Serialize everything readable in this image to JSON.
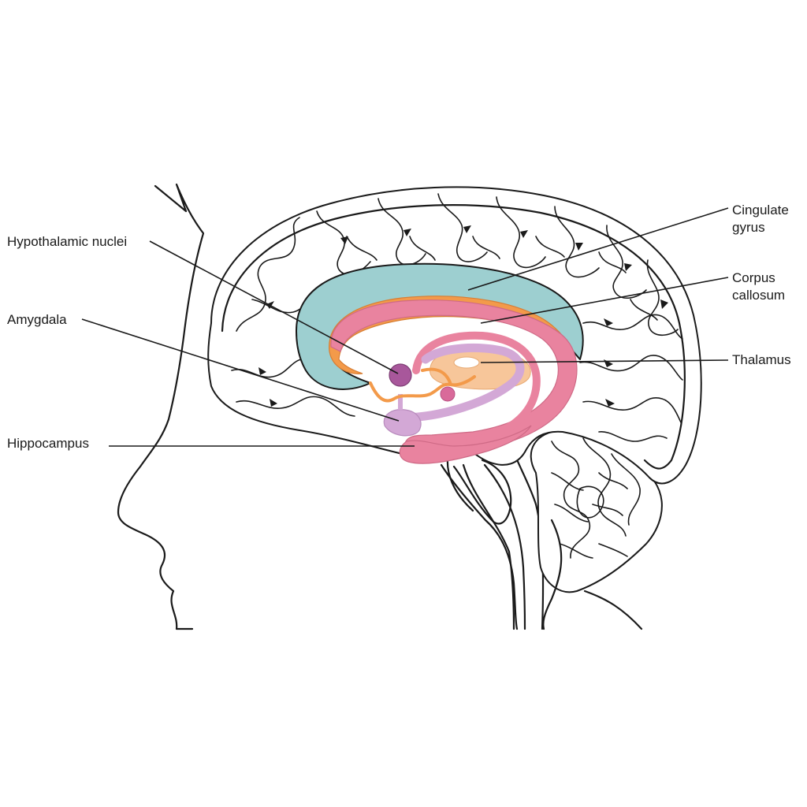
{
  "labels": {
    "hypothalamic_nuclei": "Hypothalamic nuclei",
    "amygdala": "Amygdala",
    "hippocampus": "Hippocampus",
    "cingulate_gyrus_line1": "Cingulate",
    "cingulate_gyrus_line2": "gyrus",
    "corpus_callosum_line1": "Corpus",
    "corpus_callosum_line2": "callosum",
    "thalamus": "Thalamus"
  },
  "colors": {
    "cingulate_gyrus": "#9dcfd0",
    "corpus_callosum": "#f39a4a",
    "fornix": "#e9839f",
    "hypothalamic_nuclei": "#a8579b",
    "amygdala": "#d3a8d6",
    "thalamus": "#f7c69a",
    "outline": "#1a1a1a"
  }
}
